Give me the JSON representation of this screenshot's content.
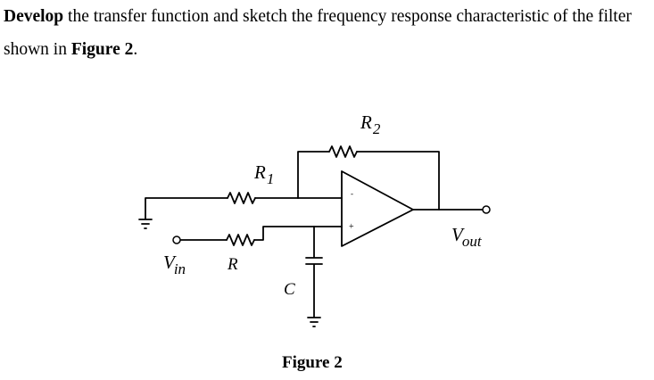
{
  "question": {
    "bold_lead": "Develop",
    "text_1": " the transfer function and sketch the frequency response characteristic of the filter",
    "text_2": "shown in ",
    "figure_ref": "Figure 2",
    "text_end": "."
  },
  "figure": {
    "caption": "Figure 2",
    "labels": {
      "r2_main": "R",
      "r2_sub": "2",
      "r1_main": "R",
      "r1_sub": "1",
      "r": "R",
      "c": "C",
      "vin_main": "V",
      "vin_sub": "in",
      "vout_main": "V",
      "vout_sub": "out",
      "minus": "-",
      "plus": "+"
    }
  }
}
